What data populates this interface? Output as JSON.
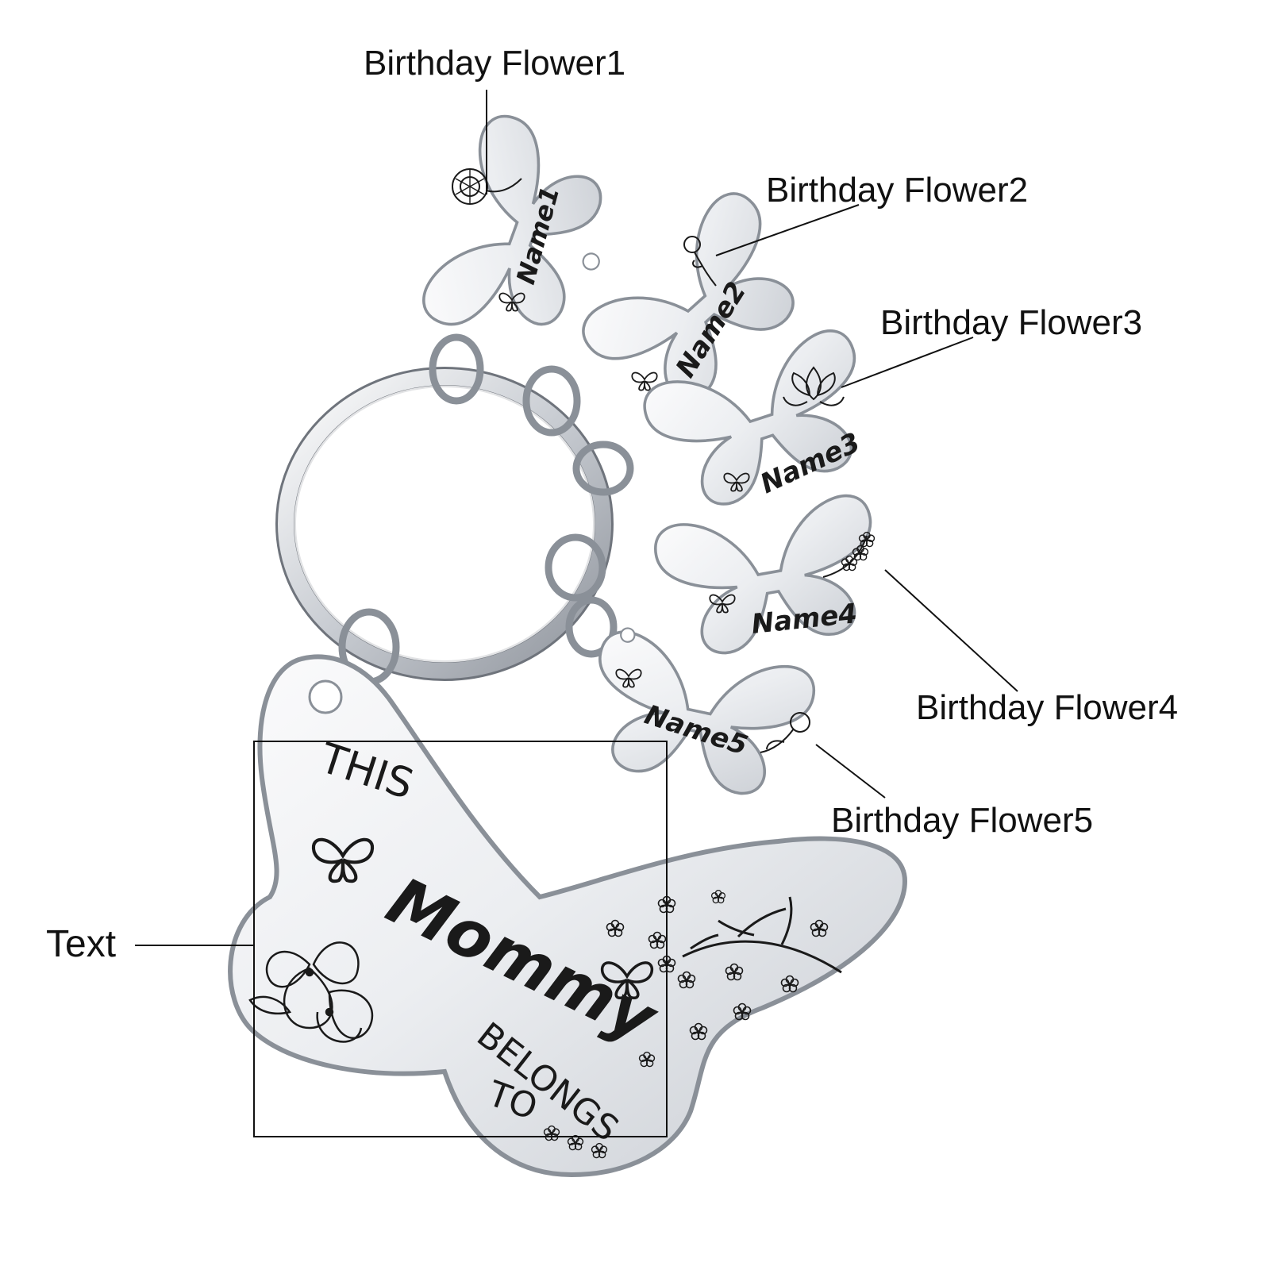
{
  "callouts": {
    "flower1": "Birthday Flower1",
    "flower2": "Birthday Flower2",
    "flower3": "Birthday Flower3",
    "flower4": "Birthday Flower4",
    "flower5": "Birthday Flower5",
    "text": "Text"
  },
  "charms": [
    {
      "name": "Name1"
    },
    {
      "name": "Name2"
    },
    {
      "name": "Name3"
    },
    {
      "name": "Name4"
    },
    {
      "name": "Name5"
    }
  ],
  "main_tag": {
    "line1": "THIS",
    "line2": "Mommy",
    "line3": "BELONGS",
    "line4": "TO"
  },
  "colors": {
    "metal_light": "#f4f5f7",
    "metal_mid": "#d9dce1",
    "metal_dark": "#9ea3ab",
    "engraving": "#1a1a1a",
    "leader_line": "#111111"
  }
}
